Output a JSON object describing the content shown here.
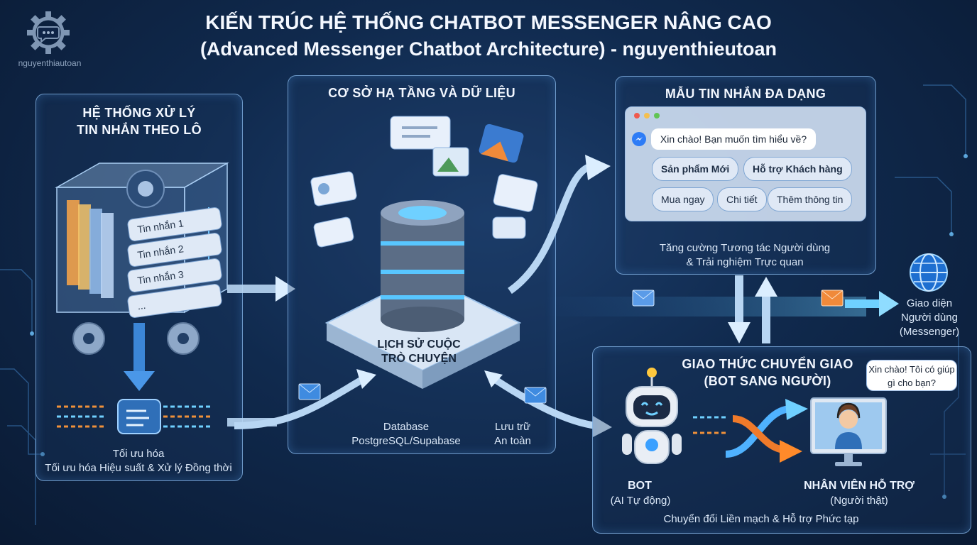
{
  "logo": {
    "label": "nguyenthiautoan",
    "icon": "gear-chat-icon"
  },
  "header": {
    "title": "KIẾN TRÚC HỆ THỐNG CHATBOT MESSENGER NÂNG CAO",
    "subtitle": "(Advanced Messenger Chatbot Architecture) - nguyenthieutoan"
  },
  "batch": {
    "title_line1": "HỆ THỐNG XỬ LÝ",
    "title_line2": "TIN NHẮN THEO LÔ",
    "messages": [
      "Tin nhắn 1",
      "Tin nhắn 2",
      "Tin nhắn 3",
      "..."
    ],
    "caption_line1": "Tối ưu hóa",
    "caption_line2": "Tối ưu hóa Hiệu suất & Xử lý Đồng thời"
  },
  "infra": {
    "title": "CƠ SỞ HẠ TẦNG VÀ DỮ LIỆU",
    "platform_line1": "LỊCH SỬ CUỘC",
    "platform_line2": "TRÒ CHUYỆN",
    "db_line1": "Database",
    "db_line2": "PostgreSQL/Supabase",
    "store_line1": "Lưu trữ",
    "store_line2": "An toàn"
  },
  "templates": {
    "title": "MẪU TIN NHẮN ĐA DẠNG",
    "greeting": "Xin chào! Bạn muốn tìm hiểu về?",
    "buttons_row1": [
      "Sản phẩm Mới",
      "Hỗ trợ Khách hàng"
    ],
    "buttons_row2": [
      "Mua ngay",
      "Chi tiết",
      "Thêm thông tin"
    ],
    "caption_line1": "Tăng cường Tương tác Người dùng",
    "caption_line2": "& Trải nghiệm Trực quan"
  },
  "user_interface": {
    "line1": "Giao diện",
    "line2": "Người dùng",
    "line3": "(Messenger)"
  },
  "handover": {
    "title_line1": "GIAO THỨC CHUYỂN GIAO",
    "title_line2": "(BOT SANG NGƯỜI)",
    "agent_bubble": "Xin chào! Tôi có giúp gì cho bạn?",
    "bot_label": "BOT",
    "bot_sub": "(AI Tự động)",
    "agent_label": "NHÂN VIÊN HỖ TRỢ",
    "agent_sub": "(Người thật)",
    "caption": "Chuyển đổi Liền mạch & Hỗ trợ Phức tạp"
  },
  "colors": {
    "accent": "#5fc3ff",
    "orange": "#ff8a2a",
    "panel_border": "#8cbef0"
  }
}
